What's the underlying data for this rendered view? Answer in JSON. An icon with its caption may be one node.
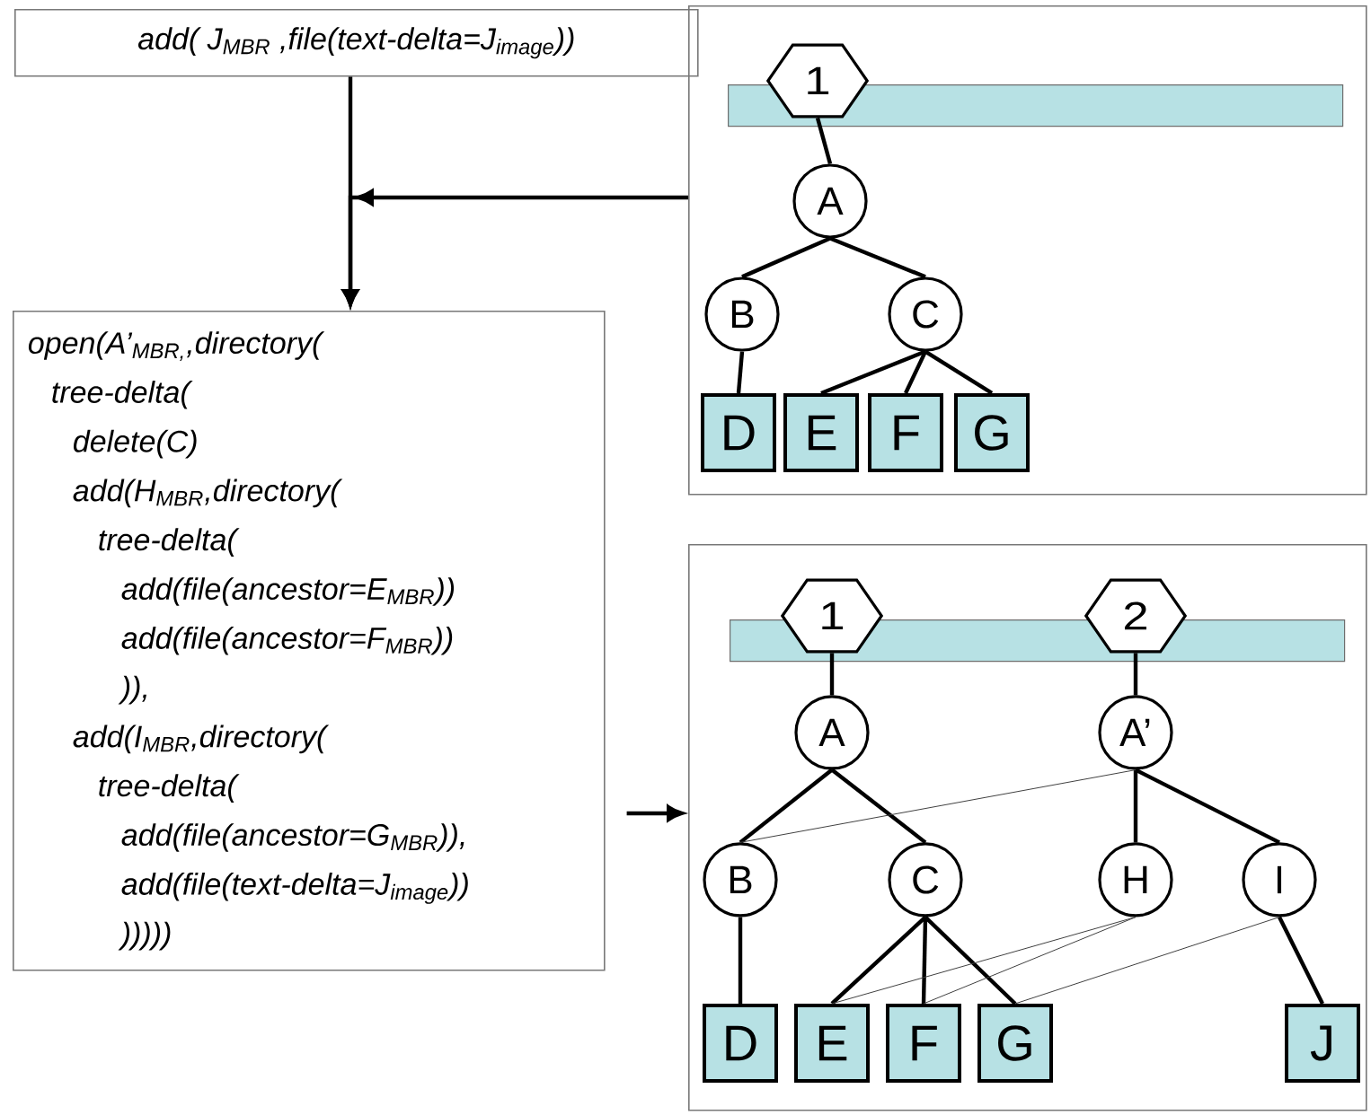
{
  "diagram": {
    "nodes": [
      {
        "text": [
          "add( J$_{MBR}$ ,file(text-delta=J$_{image}$))"
        ]
      },
      {
        "text": [
          "open(A’$_{MBR,}$,directory(",
          "tree-delta(",
          "delete(C)",
          "add(H$_{MBR}$,directory(",
          "tree-delta(",
          "add(file(ancestor=E$_{MBR}$))",
          "add(file(ancestor=F$_{MBR}$))",
          ")),",
          "add(I$_{MBR}$,directory(",
          "tree-delta(",
          "add(file(ancestor=G$_{MBR}$)),",
          "add(file(text-delta=J$_{image}$))",
          ")))))"
        ]
      },
      {
        "text": [],
        "shape": "box"
      },
      {
        "text": [],
        "shape": "bar",
        "in": 2
      },
      {
        "text": [
          "1"
        ],
        "in": 2
      },
      {
        "text": [
          "A"
        ],
        "in": 2
      },
      {
        "text": [
          "B"
        ],
        "in": 2
      },
      {
        "text": [
          "C"
        ],
        "in": 2
      },
      {
        "text": [
          "D"
        ],
        "in": 2
      },
      {
        "text": [
          "E"
        ],
        "in": 2
      },
      {
        "text": [
          "F"
        ],
        "in": 2
      },
      {
        "text": [
          "G"
        ],
        "in": 2
      },
      {
        "text": [],
        "shape": "box"
      },
      {
        "text": [],
        "shape": "bar",
        "in": 12
      },
      {
        "text": [
          "1"
        ],
        "in": 12
      },
      {
        "text": [
          "2"
        ],
        "in": 12
      },
      {
        "text": [
          "A"
        ],
        "in": 12
      },
      {
        "text": [
          "A’"
        ],
        "in": 12
      },
      {
        "text": [
          "B"
        ],
        "in": 12
      },
      {
        "text": [
          "C"
        ],
        "in": 12
      },
      {
        "text": [
          "H"
        ],
        "in": 12
      },
      {
        "text": [
          "I"
        ],
        "in": 12
      },
      {
        "text": [
          "D"
        ],
        "in": 12
      },
      {
        "text": [
          "E"
        ],
        "in": 12
      },
      {
        "text": [
          "F"
        ],
        "in": 12
      },
      {
        "text": [
          "G"
        ],
        "in": 12
      },
      {
        "text": [
          "J"
        ],
        "in": 12
      }
    ],
    "edges": [
      {
        "from": 0,
        "to": 1,
        "arrow": "to"
      },
      {
        "from": 2,
        "to": 1,
        "arrow": "to"
      },
      {
        "from": 1,
        "to": 12,
        "arrow": "to"
      },
      {
        "from": 4,
        "to": 5,
        "arrow": "none"
      },
      {
        "from": 5,
        "to": 6,
        "arrow": "none"
      },
      {
        "from": 5,
        "to": 7,
        "arrow": "none"
      },
      {
        "from": 6,
        "to": 8,
        "arrow": "none"
      },
      {
        "from": 7,
        "to": 9,
        "arrow": "none"
      },
      {
        "from": 7,
        "to": 10,
        "arrow": "none"
      },
      {
        "from": 7,
        "to": 11,
        "arrow": "none"
      },
      {
        "from": 14,
        "to": 16,
        "arrow": "none"
      },
      {
        "from": 15,
        "to": 17,
        "arrow": "none"
      },
      {
        "from": 16,
        "to": 18,
        "arrow": "none"
      },
      {
        "from": 16,
        "to": 19,
        "arrow": "none"
      },
      {
        "from": 18,
        "to": 22,
        "arrow": "none"
      },
      {
        "from": 19,
        "to": 23,
        "arrow": "none"
      },
      {
        "from": 19,
        "to": 24,
        "arrow": "none"
      },
      {
        "from": 19,
        "to": 25,
        "arrow": "none"
      },
      {
        "from": 17,
        "to": 20,
        "arrow": "none"
      },
      {
        "from": 17,
        "to": 21,
        "arrow": "none"
      },
      {
        "from": 21,
        "to": 26,
        "arrow": "none"
      },
      {
        "from": 17,
        "to": 18,
        "arrow": "none",
        "color": "#404040"
      },
      {
        "from": 20,
        "to": 23,
        "arrow": "none",
        "color": "#404040"
      },
      {
        "from": 20,
        "to": 24,
        "arrow": "none",
        "color": "#404040"
      },
      {
        "from": 21,
        "to": 25,
        "arrow": "none",
        "color": "#404040"
      }
    ]
  }
}
